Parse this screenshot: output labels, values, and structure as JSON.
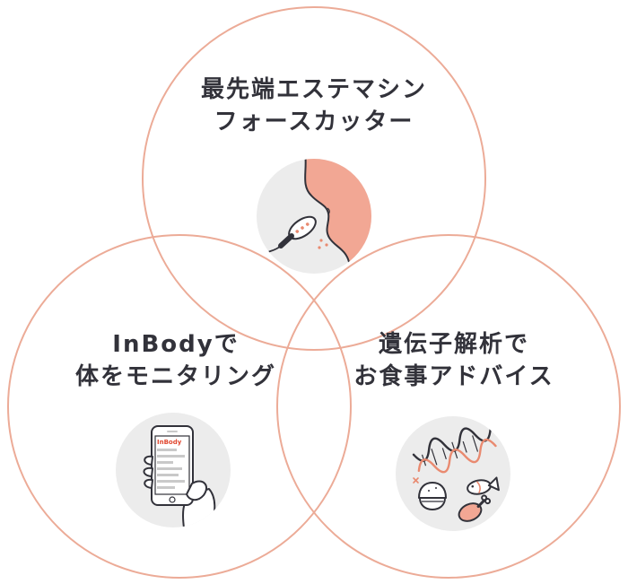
{
  "diagram": {
    "type": "venn-3",
    "colors": {
      "ring": "#ecab97",
      "text": "#32323a",
      "ink": "#32323a",
      "illus_bg": "#ececec",
      "skin": "#f2a794",
      "accent": "#e98a70",
      "row": "#c9c9c9",
      "red": "#e0472f"
    },
    "circles": [
      {
        "id": "force-cutter",
        "title_lines": [
          "最先端エステマシン",
          "フォースカッター"
        ],
        "icon": "esthetic-machine-on-belly-icon"
      },
      {
        "id": "inbody",
        "title_lines": [
          "InBodyで",
          "体をモニタリング"
        ],
        "icon": "hand-holding-smartphone-icon",
        "phone_label": "InBody"
      },
      {
        "id": "gene-analysis",
        "title_lines": [
          "遺伝子解析で",
          "お食事アドバイス"
        ],
        "icon": "dna-and-foods-icon"
      }
    ]
  }
}
